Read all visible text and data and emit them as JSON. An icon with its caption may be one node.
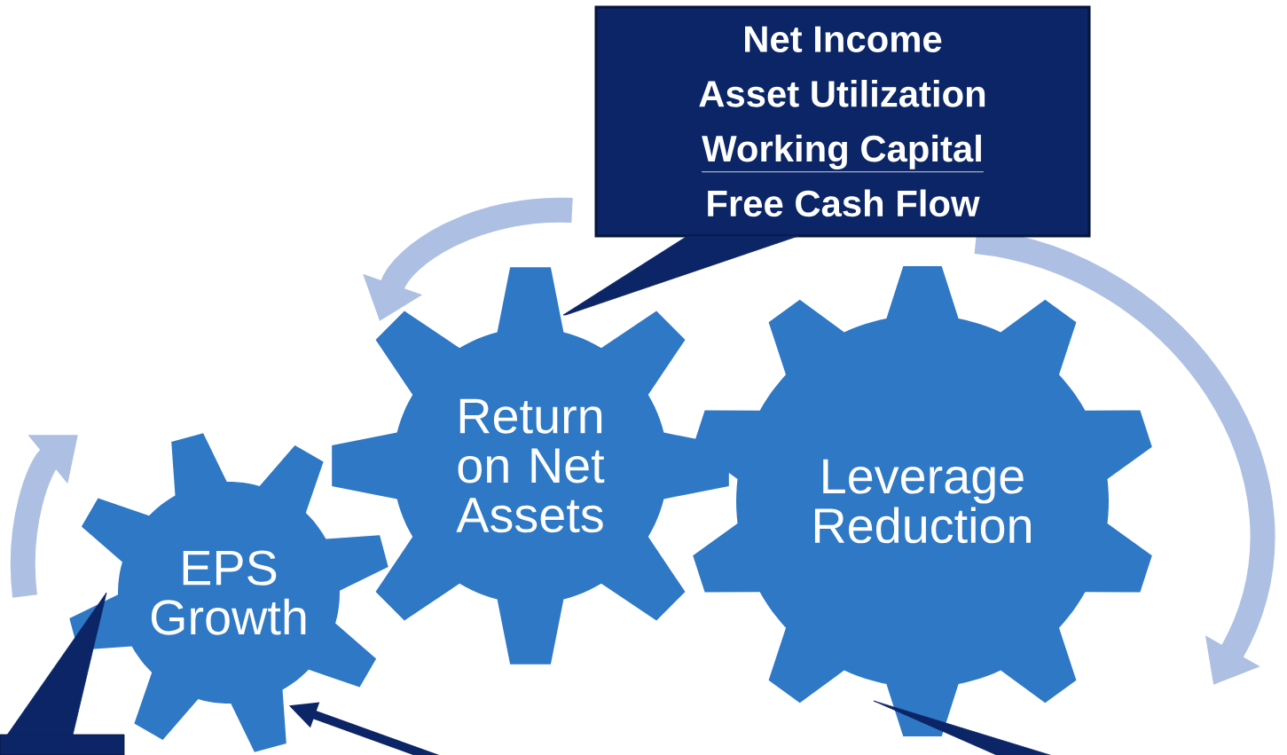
{
  "diagram": {
    "nodes": [
      {
        "text": [
          "Net Income",
          "Asset Utilization",
          "Working Capital",
          "Free Cash Flow"
        ]
      },
      {
        "text": [
          "EPS Growth"
        ]
      },
      {
        "text": [
          "Return on Net Assets"
        ]
      },
      {
        "text": [
          "Leverage Reduction"
        ]
      },
      {
        "text": [],
        "shape": "box"
      }
    ],
    "edges": [
      {
        "from": 0,
        "to": 2,
        "arrow": "none"
      },
      {
        "from": 4,
        "to": 1,
        "arrow": "to"
      },
      {
        "from": null,
        "to": 1,
        "arrow": "to"
      },
      {
        "from": null,
        "to": 3,
        "arrow": "to"
      }
    ]
  }
}
